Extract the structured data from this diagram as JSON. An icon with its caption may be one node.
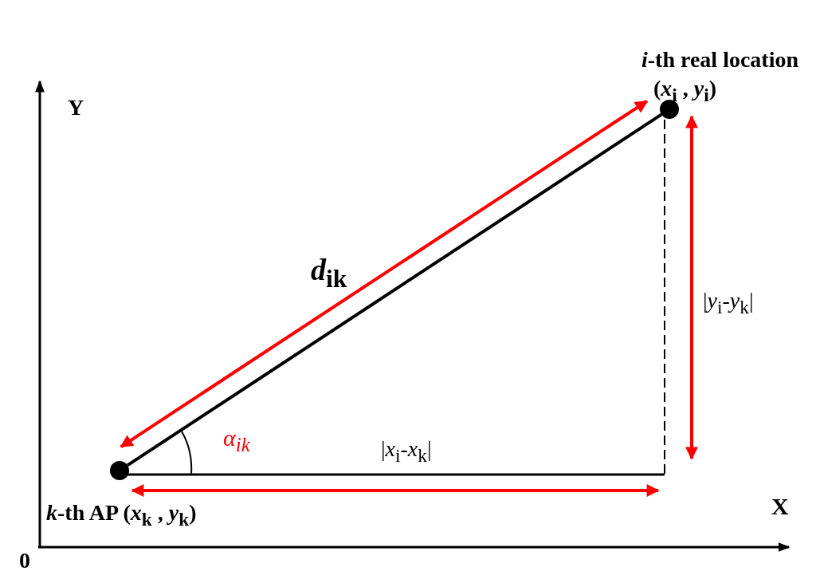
{
  "diagram": {
    "nodes": [
      {
        "text": [],
        "shape": "circle",
        "beside": [
          "*i*-th real location",
          "(*x*$_{i}$ , *y*$_{i}$)"
        ]
      },
      {
        "text": [],
        "shape": "circle",
        "beside": [
          "*k*-th AP (*x*$_{k}$ , *y*$_{k}$)"
        ]
      }
    ],
    "edges": [
      {
        "from": 1,
        "to": 0,
        "arrow": "none",
        "label": "*d*$_{ik}$"
      },
      {
        "from": 1,
        "to": 0,
        "arrow": "both",
        "color": "#ff0000"
      }
    ],
    "labels": [
      "Y",
      "α$_{ik}$",
      "|*x*$_{i}$-*x*$_{k}$|",
      "|*y*$_{i}$-*y*$_{k}$|",
      "X",
      "0"
    ]
  }
}
